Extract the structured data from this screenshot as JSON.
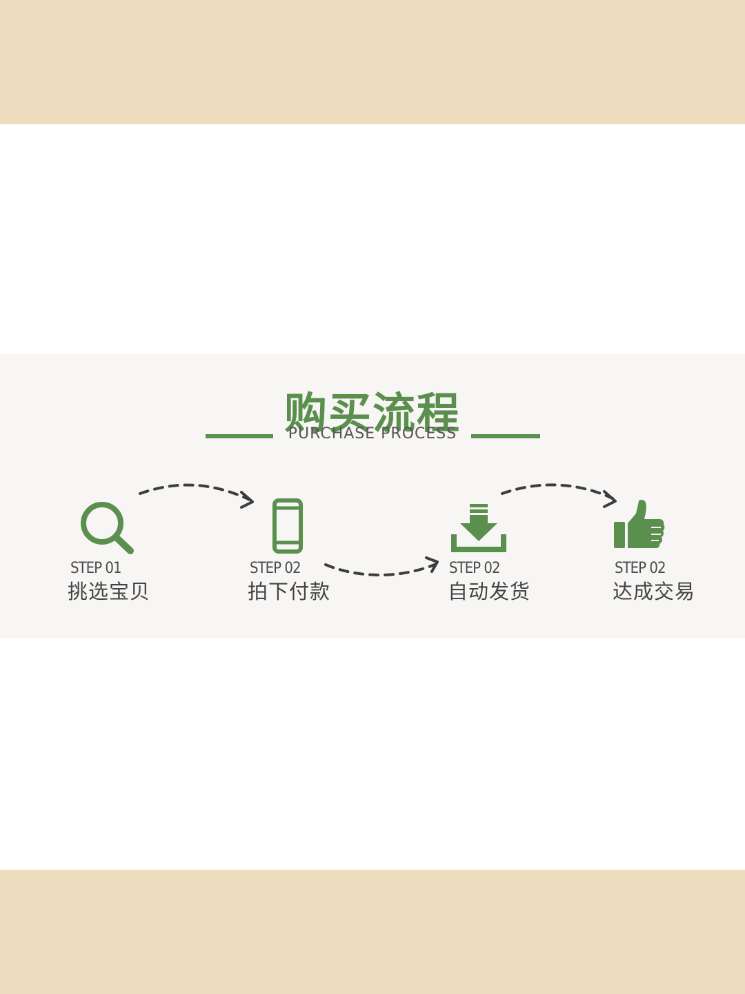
{
  "title": {
    "chinese": "购买流程",
    "english": "PURCHASE PROCESS"
  },
  "steps": [
    {
      "number": "STEP 01",
      "label": "挑选宝贝",
      "icon": "magnifier-icon"
    },
    {
      "number": "STEP 02",
      "label": "拍下付款",
      "icon": "smartphone-icon"
    },
    {
      "number": "STEP 02",
      "label": "自动发货",
      "icon": "download-tray-icon"
    },
    {
      "number": "STEP 02",
      "label": "达成交易",
      "icon": "thumbs-up-icon"
    }
  ],
  "colors": {
    "accent_green": "#5a8f4e",
    "band_beige": "#eddcbd",
    "text_dark": "#444444",
    "arrow_dark": "#3d3d3d"
  }
}
